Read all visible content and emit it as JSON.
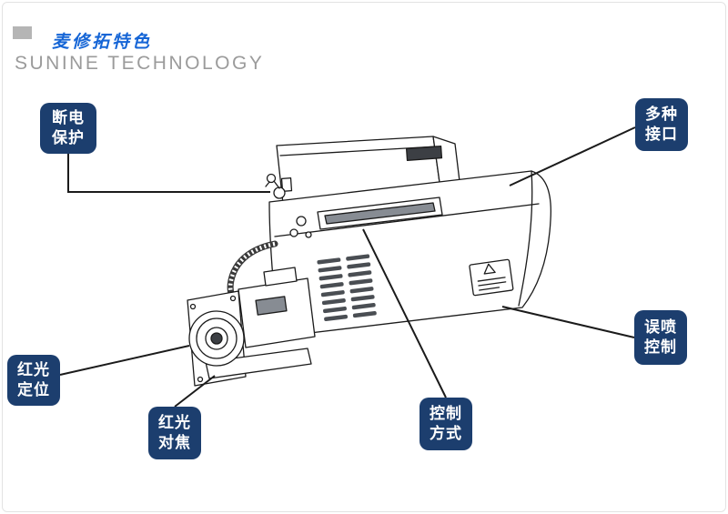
{
  "page": {
    "background": "#ffffff",
    "border_color": "#e3e3e3"
  },
  "header": {
    "logo_color": "#b5b5b5",
    "title_cn": "麦修拓特色",
    "title_cn_color": "#1565d6",
    "subtitle_en": "SUNINE TECHNOLOGY",
    "subtitle_color": "#9b9b9b"
  },
  "diagram": {
    "line_color": "#1b1b1b",
    "callout_bg": "#1c3e6e",
    "callout_text_color": "#ffffff",
    "callouts": [
      {
        "id": "power-off-protection",
        "line1": "断电",
        "line2": "保护"
      },
      {
        "id": "multiple-interfaces",
        "line1": "多种",
        "line2": "接口"
      },
      {
        "id": "red-light-positioning",
        "line1": "红光",
        "line2": "定位"
      },
      {
        "id": "red-light-focusing",
        "line1": "红光",
        "line2": "对焦"
      },
      {
        "id": "control-method",
        "line1": "控制",
        "line2": "方式"
      },
      {
        "id": "misprint-control",
        "line1": "误喷",
        "line2": "控制"
      }
    ]
  }
}
